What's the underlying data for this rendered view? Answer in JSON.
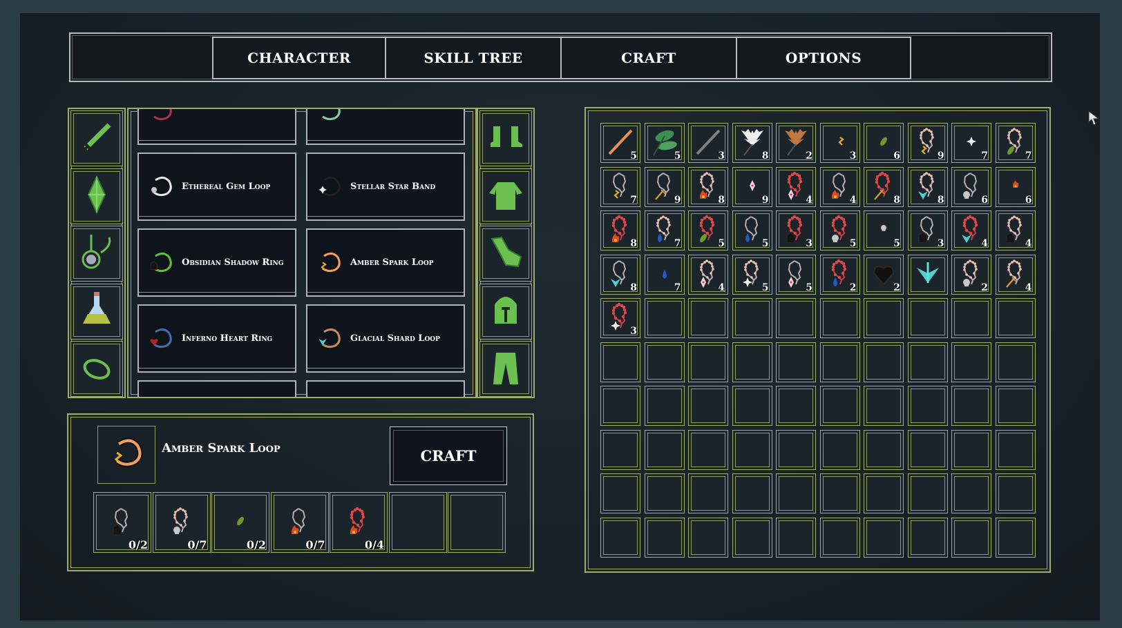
{
  "nav": {
    "tabs": [
      {
        "label": "CHARACTER"
      },
      {
        "label": "SKILL TREE"
      },
      {
        "label": "CRAFT"
      },
      {
        "label": "OPTIONS"
      }
    ]
  },
  "equipment": {
    "left": [
      "sword",
      "gem",
      "amulet",
      "potion",
      "ring"
    ],
    "right": [
      "boots",
      "tunic",
      "gauntlet",
      "helmet",
      "pants"
    ],
    "color": "#6cc050"
  },
  "recipes": [
    {
      "label": "",
      "ring": "#b03050",
      "charm": "none"
    },
    {
      "label": "",
      "ring": "#80d0b0",
      "charm": "none"
    },
    {
      "label": "Ethereal Gem Loop",
      "ring": "#e8e8e8",
      "charm": "skull"
    },
    {
      "label": "Stellar Star Band",
      "ring": "#222222",
      "charm": "star"
    },
    {
      "label": "Obsidian Shadow Ring",
      "ring": "#60c040",
      "charm": "obsidian"
    },
    {
      "label": "Amber Spark Loop",
      "ring": "#f0a060",
      "charm": "spark"
    },
    {
      "label": "Inferno Heart Ring",
      "ring": "#4070b0",
      "charm": "heart"
    },
    {
      "label": "Glacial Shard Loop",
      "ring": "#c09060",
      "charm": "ice"
    },
    {
      "label": "",
      "ring": "",
      "charm": "none"
    },
    {
      "label": "",
      "ring": "",
      "charm": "none"
    }
  ],
  "craft": {
    "selected_name": "Amber Spark Loop",
    "selected_ring": "#f0a060",
    "selected_charm": "spark",
    "button_label": "CRAFT",
    "ingredients": [
      {
        "chain": "gray",
        "charm": "obsidian",
        "progress": "0/2"
      },
      {
        "chain": "pearl",
        "charm": "skull",
        "progress": "0/7"
      },
      {
        "chain": "none",
        "charm": "leaf",
        "progress": "0/2"
      },
      {
        "chain": "gray",
        "charm": "fire",
        "progress": "0/7"
      },
      {
        "chain": "red",
        "charm": "fire",
        "progress": "0/4"
      },
      null,
      null
    ]
  },
  "inventory": {
    "columns": 10,
    "rows": 10,
    "items": [
      {
        "icon": "stick-orange",
        "count": "5"
      },
      {
        "icon": "leaf-bundle",
        "count": "5"
      },
      {
        "icon": "stick-gray",
        "count": "3"
      },
      {
        "icon": "wing-white",
        "count": "8"
      },
      {
        "icon": "wing-brown",
        "count": "2"
      },
      {
        "icon": "spark",
        "count": "3"
      },
      {
        "icon": "leaf",
        "count": "6"
      },
      {
        "chain": "pearl",
        "charm": "spark",
        "count": "9"
      },
      {
        "icon": "star",
        "count": "7"
      },
      {
        "chain": "pearl",
        "charm": "leaf",
        "count": "7"
      },
      {
        "chain": "gray",
        "charm": "spark",
        "count": "7"
      },
      {
        "chain": "gray",
        "charm": "wand",
        "count": "9"
      },
      {
        "chain": "pearl",
        "charm": "fire",
        "count": "8"
      },
      {
        "icon": "crystal",
        "count": "9"
      },
      {
        "chain": "red",
        "charm": "crystal",
        "count": "4"
      },
      {
        "chain": "gray",
        "charm": "fire",
        "count": "4"
      },
      {
        "chain": "red",
        "charm": "wand",
        "count": "8"
      },
      {
        "chain": "pearl",
        "charm": "ice",
        "count": "8"
      },
      {
        "chain": "gray",
        "charm": "skull",
        "count": "6"
      },
      {
        "icon": "fire",
        "count": "6"
      },
      {
        "chain": "red",
        "charm": "fire",
        "count": "8"
      },
      {
        "chain": "pearl",
        "charm": "drop",
        "count": "7"
      },
      {
        "chain": "red",
        "charm": "leaf",
        "count": "5"
      },
      {
        "chain": "gray",
        "charm": "drop",
        "count": "5"
      },
      {
        "chain": "red",
        "charm": "obsidian",
        "count": "3"
      },
      {
        "chain": "red",
        "charm": "skull",
        "count": "5"
      },
      {
        "icon": "skull",
        "count": "5"
      },
      {
        "chain": "gray",
        "charm": "obsidian",
        "count": "3"
      },
      {
        "chain": "red",
        "charm": "ice",
        "count": "4"
      },
      {
        "chain": "pearl",
        "charm": "obsidian",
        "count": "4"
      },
      {
        "chain": "gray",
        "charm": "ice",
        "count": "8"
      },
      {
        "icon": "drop",
        "count": "7"
      },
      {
        "chain": "pearl",
        "charm": "crystal",
        "count": "4"
      },
      {
        "chain": "pearl",
        "charm": "star",
        "count": "5"
      },
      {
        "chain": "gray",
        "charm": "crystal",
        "count": "5"
      },
      {
        "chain": "red",
        "charm": "drop",
        "count": "2"
      },
      {
        "icon": "obsidian-heart",
        "count": "2"
      },
      {
        "icon": "ice-shard",
        "count": ""
      },
      {
        "chain": "pearl",
        "charm": "skull",
        "count": "2"
      },
      {
        "chain": "pearl",
        "charm": "wand",
        "count": "4"
      },
      {
        "chain": "red",
        "charm": "star",
        "count": "3"
      }
    ]
  },
  "colors": {
    "frame_green": "#9cae6c",
    "frame_silver": "#b8bcc0",
    "panel_dark": "#0f141c"
  }
}
